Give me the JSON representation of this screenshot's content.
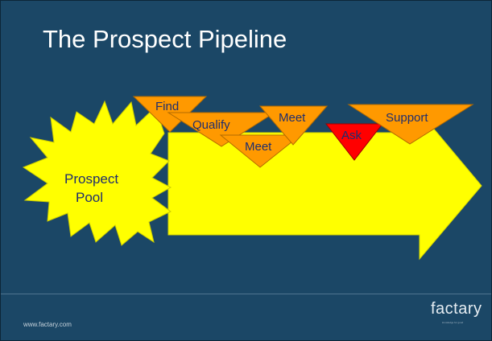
{
  "slide": {
    "title": "The Prospect Pipeline",
    "footer_url": "www.factary.com",
    "logo_text": "factary",
    "logo_tagline": "knowledge for good"
  },
  "diagram": {
    "pool": {
      "line1": "Prospect",
      "line2": "Pool"
    },
    "stages": [
      "Find",
      "Qualify",
      "Meet",
      "Meet",
      "Ask",
      "Support"
    ]
  },
  "colors": {
    "background": "#1b4766",
    "arrow": "#ffff00",
    "stage": "#ff9900",
    "ask": "#ff0000",
    "label": "#1f2e6e",
    "title": "#ffffff"
  }
}
